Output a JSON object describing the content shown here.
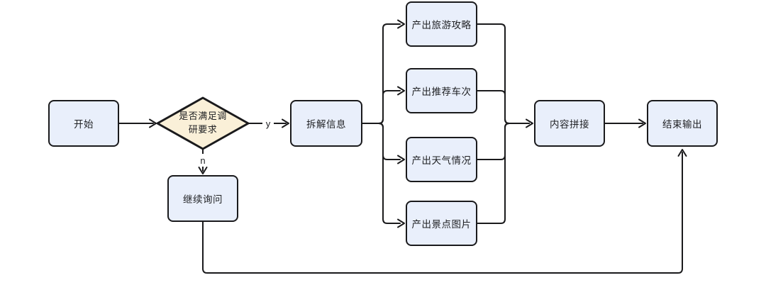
{
  "diagram": {
    "type": "flowchart",
    "colors": {
      "background": "#FFFFFF",
      "node_fill": "#E9EFFB",
      "decision_fill": "#FAF0D8",
      "stroke": "#1A1A1C",
      "text": "#1F2023"
    },
    "nodes": {
      "start": {
        "label": "开始",
        "shape": "rounded-rect"
      },
      "decision": {
        "label": "是否满足调研要求",
        "line1": "是否满足调",
        "line2": "研要求",
        "shape": "diamond"
      },
      "decompose": {
        "label": "拆解信息",
        "shape": "rounded-rect"
      },
      "continue_ask": {
        "label": "继续询问",
        "shape": "rounded-rect"
      },
      "branch_guide": {
        "label": "产出旅游攻略",
        "shape": "rounded-rect"
      },
      "branch_train": {
        "label": "产出推荐车次",
        "shape": "rounded-rect"
      },
      "branch_weather": {
        "label": "产出天气情况",
        "shape": "rounded-rect"
      },
      "branch_photos": {
        "label": "产出景点图片",
        "shape": "rounded-rect"
      },
      "concat": {
        "label": "内容拼接",
        "shape": "rounded-rect"
      },
      "end": {
        "label": "结束输出",
        "shape": "rounded-rect"
      }
    },
    "edge_labels": {
      "yes": "y",
      "no": "n"
    },
    "edges": [
      {
        "from": "start",
        "to": "decision"
      },
      {
        "from": "decision",
        "to": "decompose",
        "label": "y"
      },
      {
        "from": "decision",
        "to": "continue_ask",
        "label": "n"
      },
      {
        "from": "decompose",
        "to": "branch_guide"
      },
      {
        "from": "decompose",
        "to": "branch_train"
      },
      {
        "from": "decompose",
        "to": "branch_weather"
      },
      {
        "from": "decompose",
        "to": "branch_photos"
      },
      {
        "from": "branch_guide",
        "to": "concat"
      },
      {
        "from": "branch_train",
        "to": "concat"
      },
      {
        "from": "branch_weather",
        "to": "concat"
      },
      {
        "from": "branch_photos",
        "to": "concat"
      },
      {
        "from": "concat",
        "to": "end"
      },
      {
        "from": "continue_ask",
        "to": "end"
      }
    ]
  }
}
